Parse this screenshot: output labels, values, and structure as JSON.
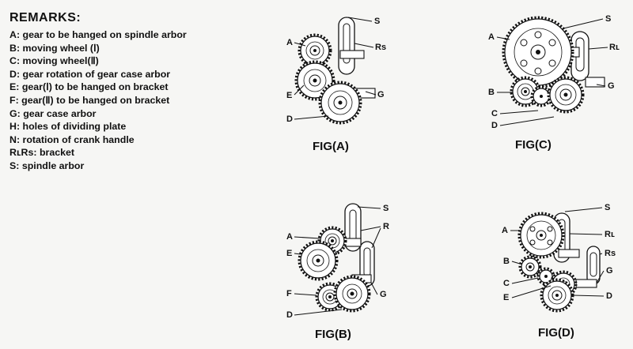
{
  "remarks": {
    "title": "REMARKS:",
    "items": [
      "A: gear to be hanged on spindle arbor",
      "B: moving wheel (Ⅰ)",
      "C: moving wheel(Ⅱ)",
      "D: gear rotation of gear case arbor",
      "E: gear(Ⅰ) to be hanged on bracket",
      "F: gear(Ⅱ) to be hanged on bracket",
      "G: gear case arbor",
      "H: holes of dividing plate",
      "N: rotation of crank handle",
      "RʟRs: bracket",
      "S: spindle arbor"
    ]
  },
  "figures": {
    "a": {
      "caption": "FIG(A)",
      "labels": {
        "A": "A",
        "S": "S",
        "Rs": "Rs",
        "E": "E",
        "G": "G",
        "D": "D"
      }
    },
    "b": {
      "caption": "FIG(B)",
      "labels": {
        "S": "S",
        "A": "A",
        "R": "R",
        "E": "E",
        "F": "F",
        "G": "G",
        "D": "D"
      }
    },
    "c": {
      "caption": "FIG(C)",
      "labels": {
        "S": "S",
        "A": "A",
        "RL": "Rʟ",
        "B": "B",
        "G": "G",
        "C": "C",
        "D": "D"
      }
    },
    "d": {
      "caption": "FIG(D)",
      "labels": {
        "S": "S",
        "A": "A",
        "RL": "Rʟ",
        "Rs": "Rs",
        "B": "B",
        "G": "G",
        "C": "C",
        "E": "E",
        "D": "D"
      }
    }
  }
}
